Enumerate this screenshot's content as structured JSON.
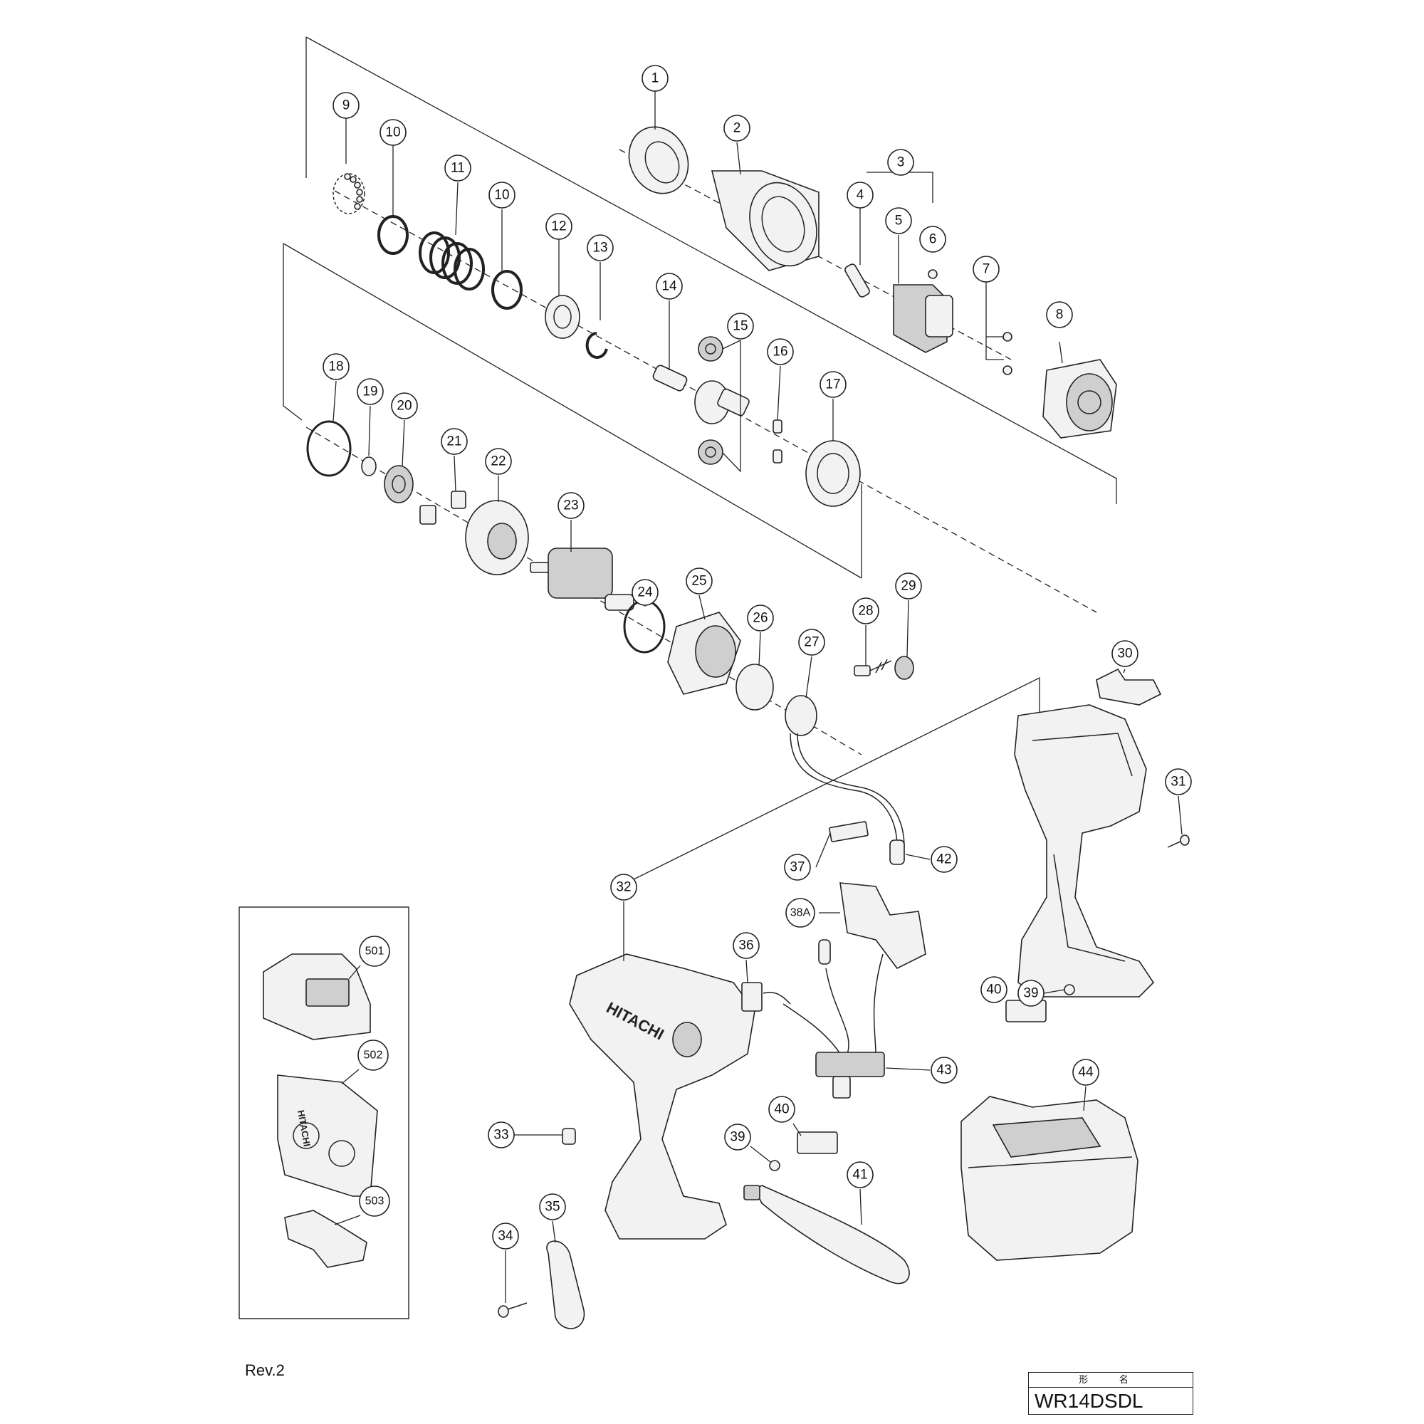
{
  "diagram": {
    "callouts": [
      {
        "id": "1"
      },
      {
        "id": "2"
      },
      {
        "id": "3"
      },
      {
        "id": "4"
      },
      {
        "id": "5"
      },
      {
        "id": "6"
      },
      {
        "id": "7"
      },
      {
        "id": "8"
      },
      {
        "id": "9"
      },
      {
        "id": "10"
      },
      {
        "id": "10"
      },
      {
        "id": "11"
      },
      {
        "id": "12"
      },
      {
        "id": "13"
      },
      {
        "id": "14"
      },
      {
        "id": "15"
      },
      {
        "id": "16"
      },
      {
        "id": "17"
      },
      {
        "id": "18"
      },
      {
        "id": "19"
      },
      {
        "id": "20"
      },
      {
        "id": "21"
      },
      {
        "id": "22"
      },
      {
        "id": "23"
      },
      {
        "id": "24"
      },
      {
        "id": "25"
      },
      {
        "id": "26"
      },
      {
        "id": "27"
      },
      {
        "id": "28"
      },
      {
        "id": "29"
      },
      {
        "id": "30"
      },
      {
        "id": "31"
      },
      {
        "id": "32"
      },
      {
        "id": "33"
      },
      {
        "id": "34"
      },
      {
        "id": "35"
      },
      {
        "id": "36"
      },
      {
        "id": "37"
      },
      {
        "id": "38A"
      },
      {
        "id": "39"
      },
      {
        "id": "39"
      },
      {
        "id": "40"
      },
      {
        "id": "40"
      },
      {
        "id": "41"
      },
      {
        "id": "42"
      },
      {
        "id": "43"
      },
      {
        "id": "44"
      },
      {
        "id": "501"
      },
      {
        "id": "502"
      },
      {
        "id": "503"
      }
    ],
    "brand_marks": [
      "HITACHI",
      "HITACHI"
    ]
  },
  "footer": {
    "revision": "Rev.2",
    "model_header": "形 名",
    "model_name": "WR14DSDL"
  }
}
